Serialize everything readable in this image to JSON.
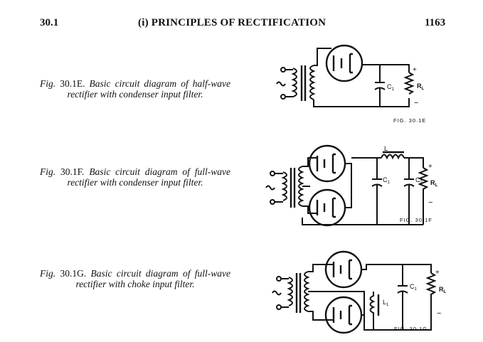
{
  "header": {
    "section": "30.1",
    "title": "(i) PRINCIPLES OF RECTIFICATION",
    "page": "1163"
  },
  "figures": [
    {
      "caption_prefix": "Fig.",
      "caption_number": "30.1E.",
      "caption_text": "Basic circuit diagram of half-wave rectifier with condenser input filter.",
      "diagram_label": "FIG. 30.1E",
      "components": [
        "C1",
        "RL",
        "+",
        "−"
      ]
    },
    {
      "caption_prefix": "Fig.",
      "caption_number": "30.1F.",
      "caption_text": "Basic circuit diagram of full-wave rectifier with condenser input filter.",
      "diagram_label": "FIG. 30.1F",
      "components": [
        "L",
        "C1",
        "C2",
        "RL",
        "+",
        "−"
      ]
    },
    {
      "caption_prefix": "Fig.",
      "caption_number": "30.1G.",
      "caption_text": "Basic circuit diagram of full-wave rectifier with choke input filter.",
      "diagram_label": "FIG. 30.1G",
      "components": [
        "L1",
        "C1",
        "RL",
        "+",
        "−"
      ]
    }
  ]
}
